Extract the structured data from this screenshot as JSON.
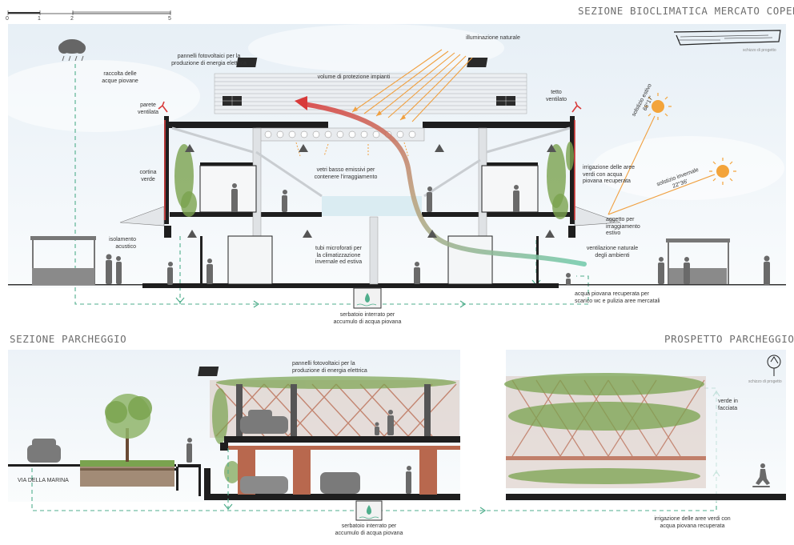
{
  "titles": {
    "top": "SEZIONE BIOCLIMATICA MERCATO COPERTO",
    "bottom_left": "SEZIONE PARCHEGGIO",
    "bottom_right": "PROSPETTO PARCHEGGIO"
  },
  "scale_bar": [
    "0",
    "1",
    "2",
    "5"
  ],
  "sketch_caption": "schizzo di progetto",
  "labels": {
    "illuminazione": "illuminazione naturale",
    "pannelli_top": "pannelli fotovoltaici per la\nproduzione di energia elettrica",
    "raccolta": "raccolta delle\nacque piovane",
    "volume": "volume di protezione impianti",
    "tetto": "tetto\nventilato",
    "parete": "parete\nventilata",
    "solstizio_estivo": "solstizio estivo\n68°17'",
    "solstizio_invernale": "solstizio invernale\n22°36'",
    "cortina": "cortina\nverde",
    "vetri": "vetri basso emissivi per\ncontenere l'irraggiamento",
    "irrigazione_top": "irrigazione delle aree\nverdi con acqua\npiovana recuperata",
    "aggetto": "aggetto per\nirraggiamento\nestivo",
    "isolamento": "isolamento\nacustico",
    "tubi": "tubi microforati per\nla climatizzazione\ninvernale ed estiva",
    "ventilazione": "ventilazione naturale\ndegli ambienti",
    "acqua_recuperata": "acqua piovana recuperata per\nscarico wc e pulizia aree mercatali",
    "serbatoio_top": "serbatoio interrato per\naccumulo di acqua piovana",
    "pannelli_bottom": "pannelli fotovoltaici per la\nproduzione di energia elettrica",
    "via": "VIA DELLA MARINA",
    "serbatoio_bottom": "serbatoio interrato per\naccumulo di acqua piovana",
    "verde_facciata": "verde in\nfacciata",
    "irrigazione_bottom": "irrigazione delle aree verdi con\nacqua piovana recuperata"
  },
  "colors": {
    "structure": "#1e1e1e",
    "sun_rays": "#f0a040",
    "hot_air": "#d83a3a",
    "cool_air": "#6fc9a9",
    "water_path": "#4fae8c",
    "vegetation": "#7aa34f",
    "pergola": "#b8684e",
    "sky": "#e9f2f8"
  },
  "icons": [
    "rain-cloud-icon",
    "sun-icon",
    "solar-panel-icon",
    "water-tank-icon",
    "tree-icon",
    "car-icon"
  ]
}
